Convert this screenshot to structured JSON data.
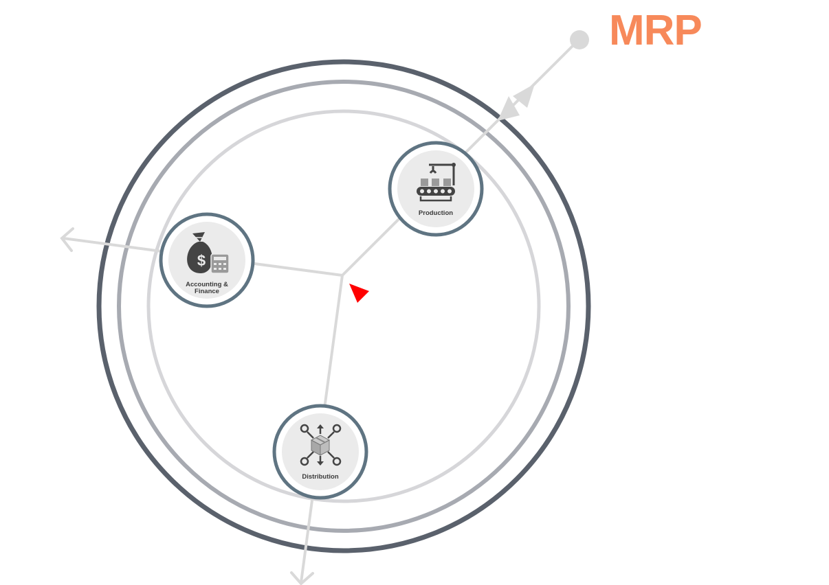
{
  "title": "MRP",
  "colors": {
    "accent": "#f7895a",
    "outer_ring": "#5a616c",
    "middle_ring": "#a7aab1",
    "inner_ring": "#d6d6d9",
    "connector": "#d9d9d9",
    "node_border": "#5f7482",
    "node_fill": "#ebebeb",
    "icon": "#444444",
    "pointer": "#ff0000"
  },
  "nodes": [
    {
      "id": "production",
      "label_lines": [
        "Production"
      ],
      "icon": "conveyor-belt-icon"
    },
    {
      "id": "accounting",
      "label_lines": [
        "Accounting &",
        "Finance"
      ],
      "icon": "money-bag-calculator-icon"
    },
    {
      "id": "distribution",
      "label_lines": [
        "Distribution"
      ],
      "icon": "box-distribution-icon"
    }
  ]
}
